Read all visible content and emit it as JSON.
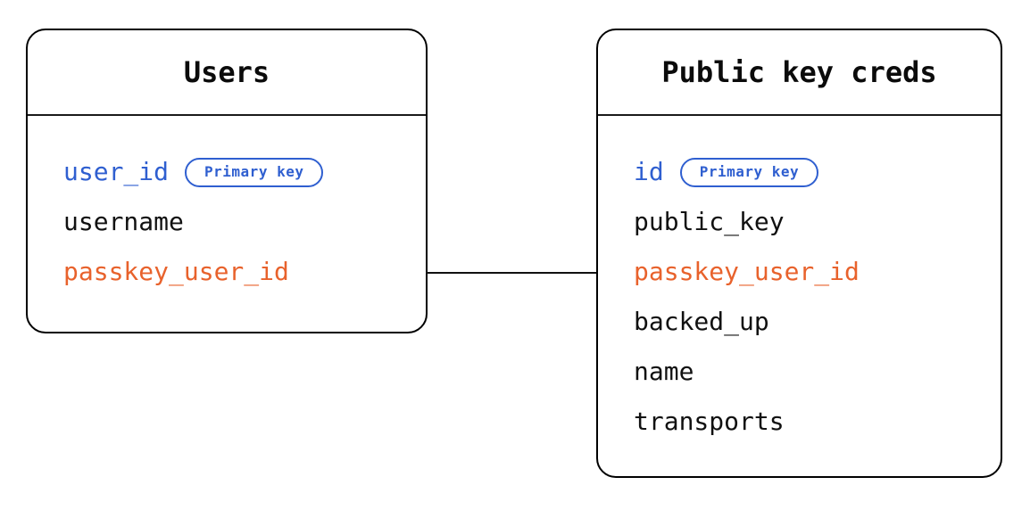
{
  "diagram": {
    "type": "entity-relationship-diagram",
    "background_color": "#ffffff",
    "colors": {
      "primary_key": "#2f5fd0",
      "foreign_key": "#e8622c",
      "text": "#111111",
      "border": "#000000"
    }
  },
  "entities": [
    {
      "id": "users",
      "title": "Users",
      "fields": [
        {
          "name": "user_id",
          "kind": "pk",
          "badge": "Primary key"
        },
        {
          "name": "username",
          "kind": "plain",
          "badge": null
        },
        {
          "name": "passkey_user_id",
          "kind": "fk",
          "badge": null
        }
      ]
    },
    {
      "id": "public_key_creds",
      "title": "Public key creds",
      "fields": [
        {
          "name": "id",
          "kind": "pk",
          "badge": "Primary key"
        },
        {
          "name": "public_key",
          "kind": "plain",
          "badge": null
        },
        {
          "name": "passkey_user_id",
          "kind": "fk",
          "badge": null
        },
        {
          "name": "backed_up",
          "kind": "plain",
          "badge": null
        },
        {
          "name": "name",
          "kind": "plain",
          "badge": null
        },
        {
          "name": "transports",
          "kind": "plain",
          "badge": null
        }
      ]
    }
  ],
  "relationships": [
    {
      "from_entity": "users",
      "from_field": "passkey_user_id",
      "to_entity": "public_key_creds",
      "to_field": "passkey_user_id",
      "style": "plain-line"
    }
  ]
}
